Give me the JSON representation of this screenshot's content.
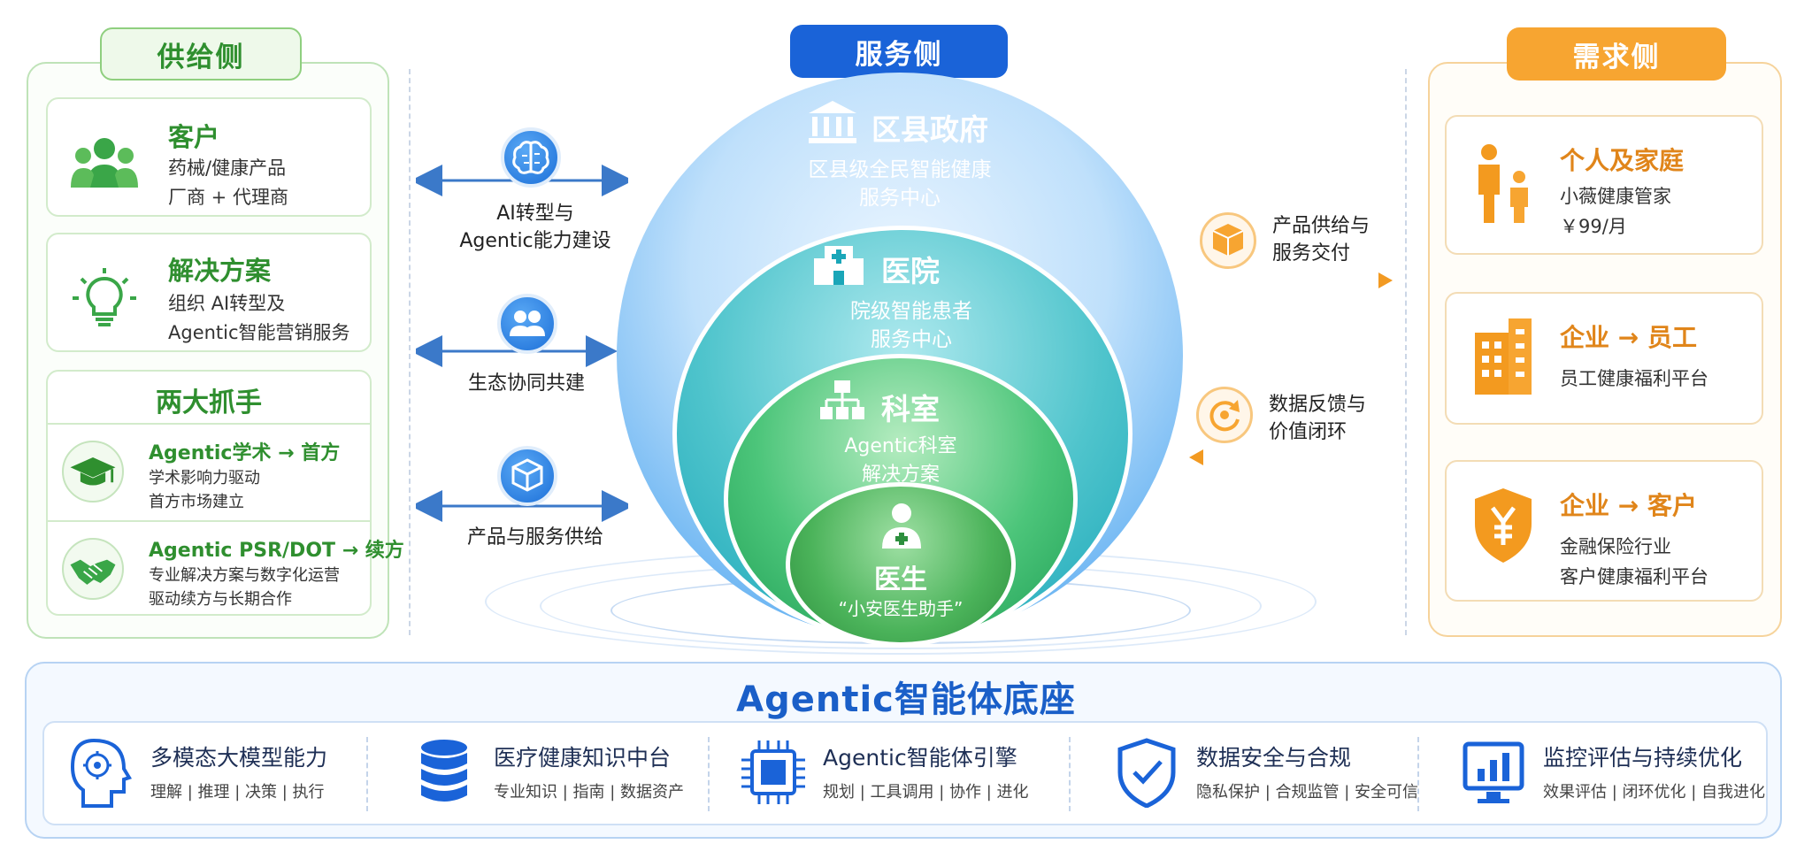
{
  "supply": {
    "title": "供给侧",
    "customer": {
      "title": "客户",
      "line1": "药械/健康产品",
      "line2": "厂商 + 代理商"
    },
    "solution": {
      "title": "解决方案",
      "line1": "组织 AI转型及",
      "line2": "Agentic智能营销服务"
    },
    "levers": {
      "title": "两大抓手",
      "items": [
        {
          "title": "Agentic学术 → 首方",
          "line1": "学术影响力驱动",
          "line2": "首方市场建立"
        },
        {
          "title": "Agentic PSR/DOT → 续方",
          "line1": "专业解决方案与数字化运营",
          "line2": "驱动续方与长期合作"
        }
      ]
    }
  },
  "service": {
    "title": "服务侧",
    "links": [
      {
        "line1": "AI转型与",
        "line2": "Agentic能力建设"
      },
      {
        "line1": "生态协同共建",
        "line2": ""
      },
      {
        "line1": "产品与服务供给",
        "line2": ""
      }
    ],
    "layers": {
      "county": {
        "title": "区县政府",
        "line1": "区县级全民智能健康",
        "line2": "服务中心"
      },
      "hospital": {
        "title": "医院",
        "line1": "院级智能患者",
        "line2": "服务中心"
      },
      "dept": {
        "title": "科室",
        "line1": "Agentic科室",
        "line2": "解决方案"
      },
      "doctor": {
        "title": "医生",
        "line1": "“小安医生助手”"
      }
    }
  },
  "demand": {
    "title": "需求侧",
    "flows": [
      {
        "line1": "产品供给与",
        "line2": "服务交付"
      },
      {
        "line1": "数据反馈与",
        "line2": "价值闭环"
      }
    ],
    "cards": [
      {
        "title": "个人及家庭",
        "line1": "小薇健康管家",
        "line2": "￥99/月"
      },
      {
        "title": "企业 → 员工",
        "line1": "员工健康福利平台",
        "line2": ""
      },
      {
        "title": "企业 → 客户",
        "line1": "金融保险行业",
        "line2": "客户健康福利平台"
      }
    ]
  },
  "base": {
    "title": "Agentic智能体底座",
    "features": [
      {
        "icon": "head-ai-icon",
        "title": "多模态大模型能力",
        "sub": "理解 | 推理 | 决策 | 执行"
      },
      {
        "icon": "database-icon",
        "title": "医疗健康知识中台",
        "sub": "专业知识 | 指南 | 数据资产"
      },
      {
        "icon": "chip-icon",
        "title": "Agentic智能体引擎",
        "sub": "规划 | 工具调用 | 协作 | 进化"
      },
      {
        "icon": "shield-check-icon",
        "title": "数据安全与合规",
        "sub": "隐私保护 | 合规监管 | 安全可信"
      },
      {
        "icon": "monitor-chart-icon",
        "title": "监控评估与持续优化",
        "sub": "效果评估 | 闭环优化 | 自我进化"
      }
    ]
  },
  "colors": {
    "green": "#2f8f2f",
    "blue": "#1a63d8",
    "orange": "#f7a531"
  }
}
